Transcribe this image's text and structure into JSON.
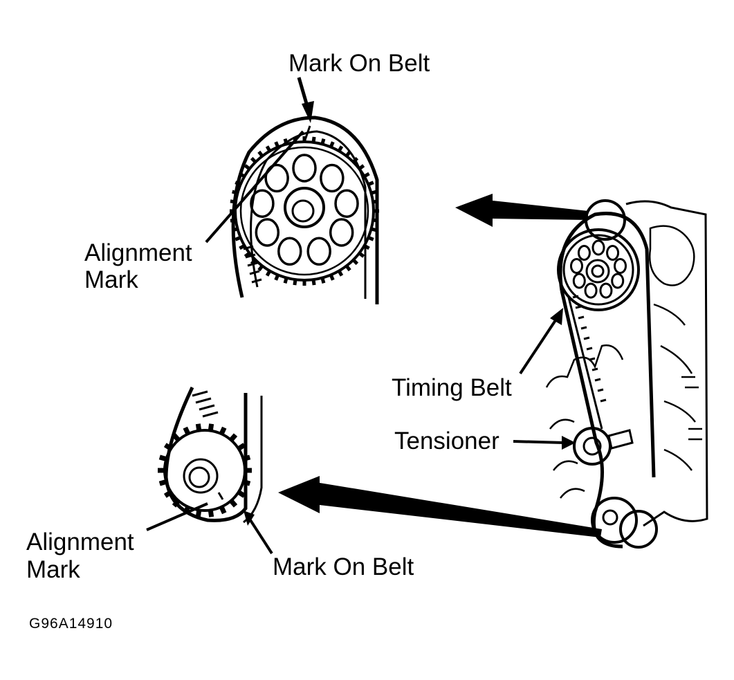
{
  "labels": {
    "mark_on_belt_top": "Mark On Belt",
    "alignment_mark_top_1": "Alignment",
    "alignment_mark_top_2": "Mark",
    "timing_belt": "Timing Belt",
    "tensioner": "Tensioner",
    "alignment_mark_bottom_1": "Alignment",
    "alignment_mark_bottom_2": "Mark",
    "mark_on_belt_bottom": "Mark On Belt"
  },
  "figure_code": "G96A14910",
  "colors": {
    "ink": "#000000",
    "paper": "#ffffff"
  }
}
